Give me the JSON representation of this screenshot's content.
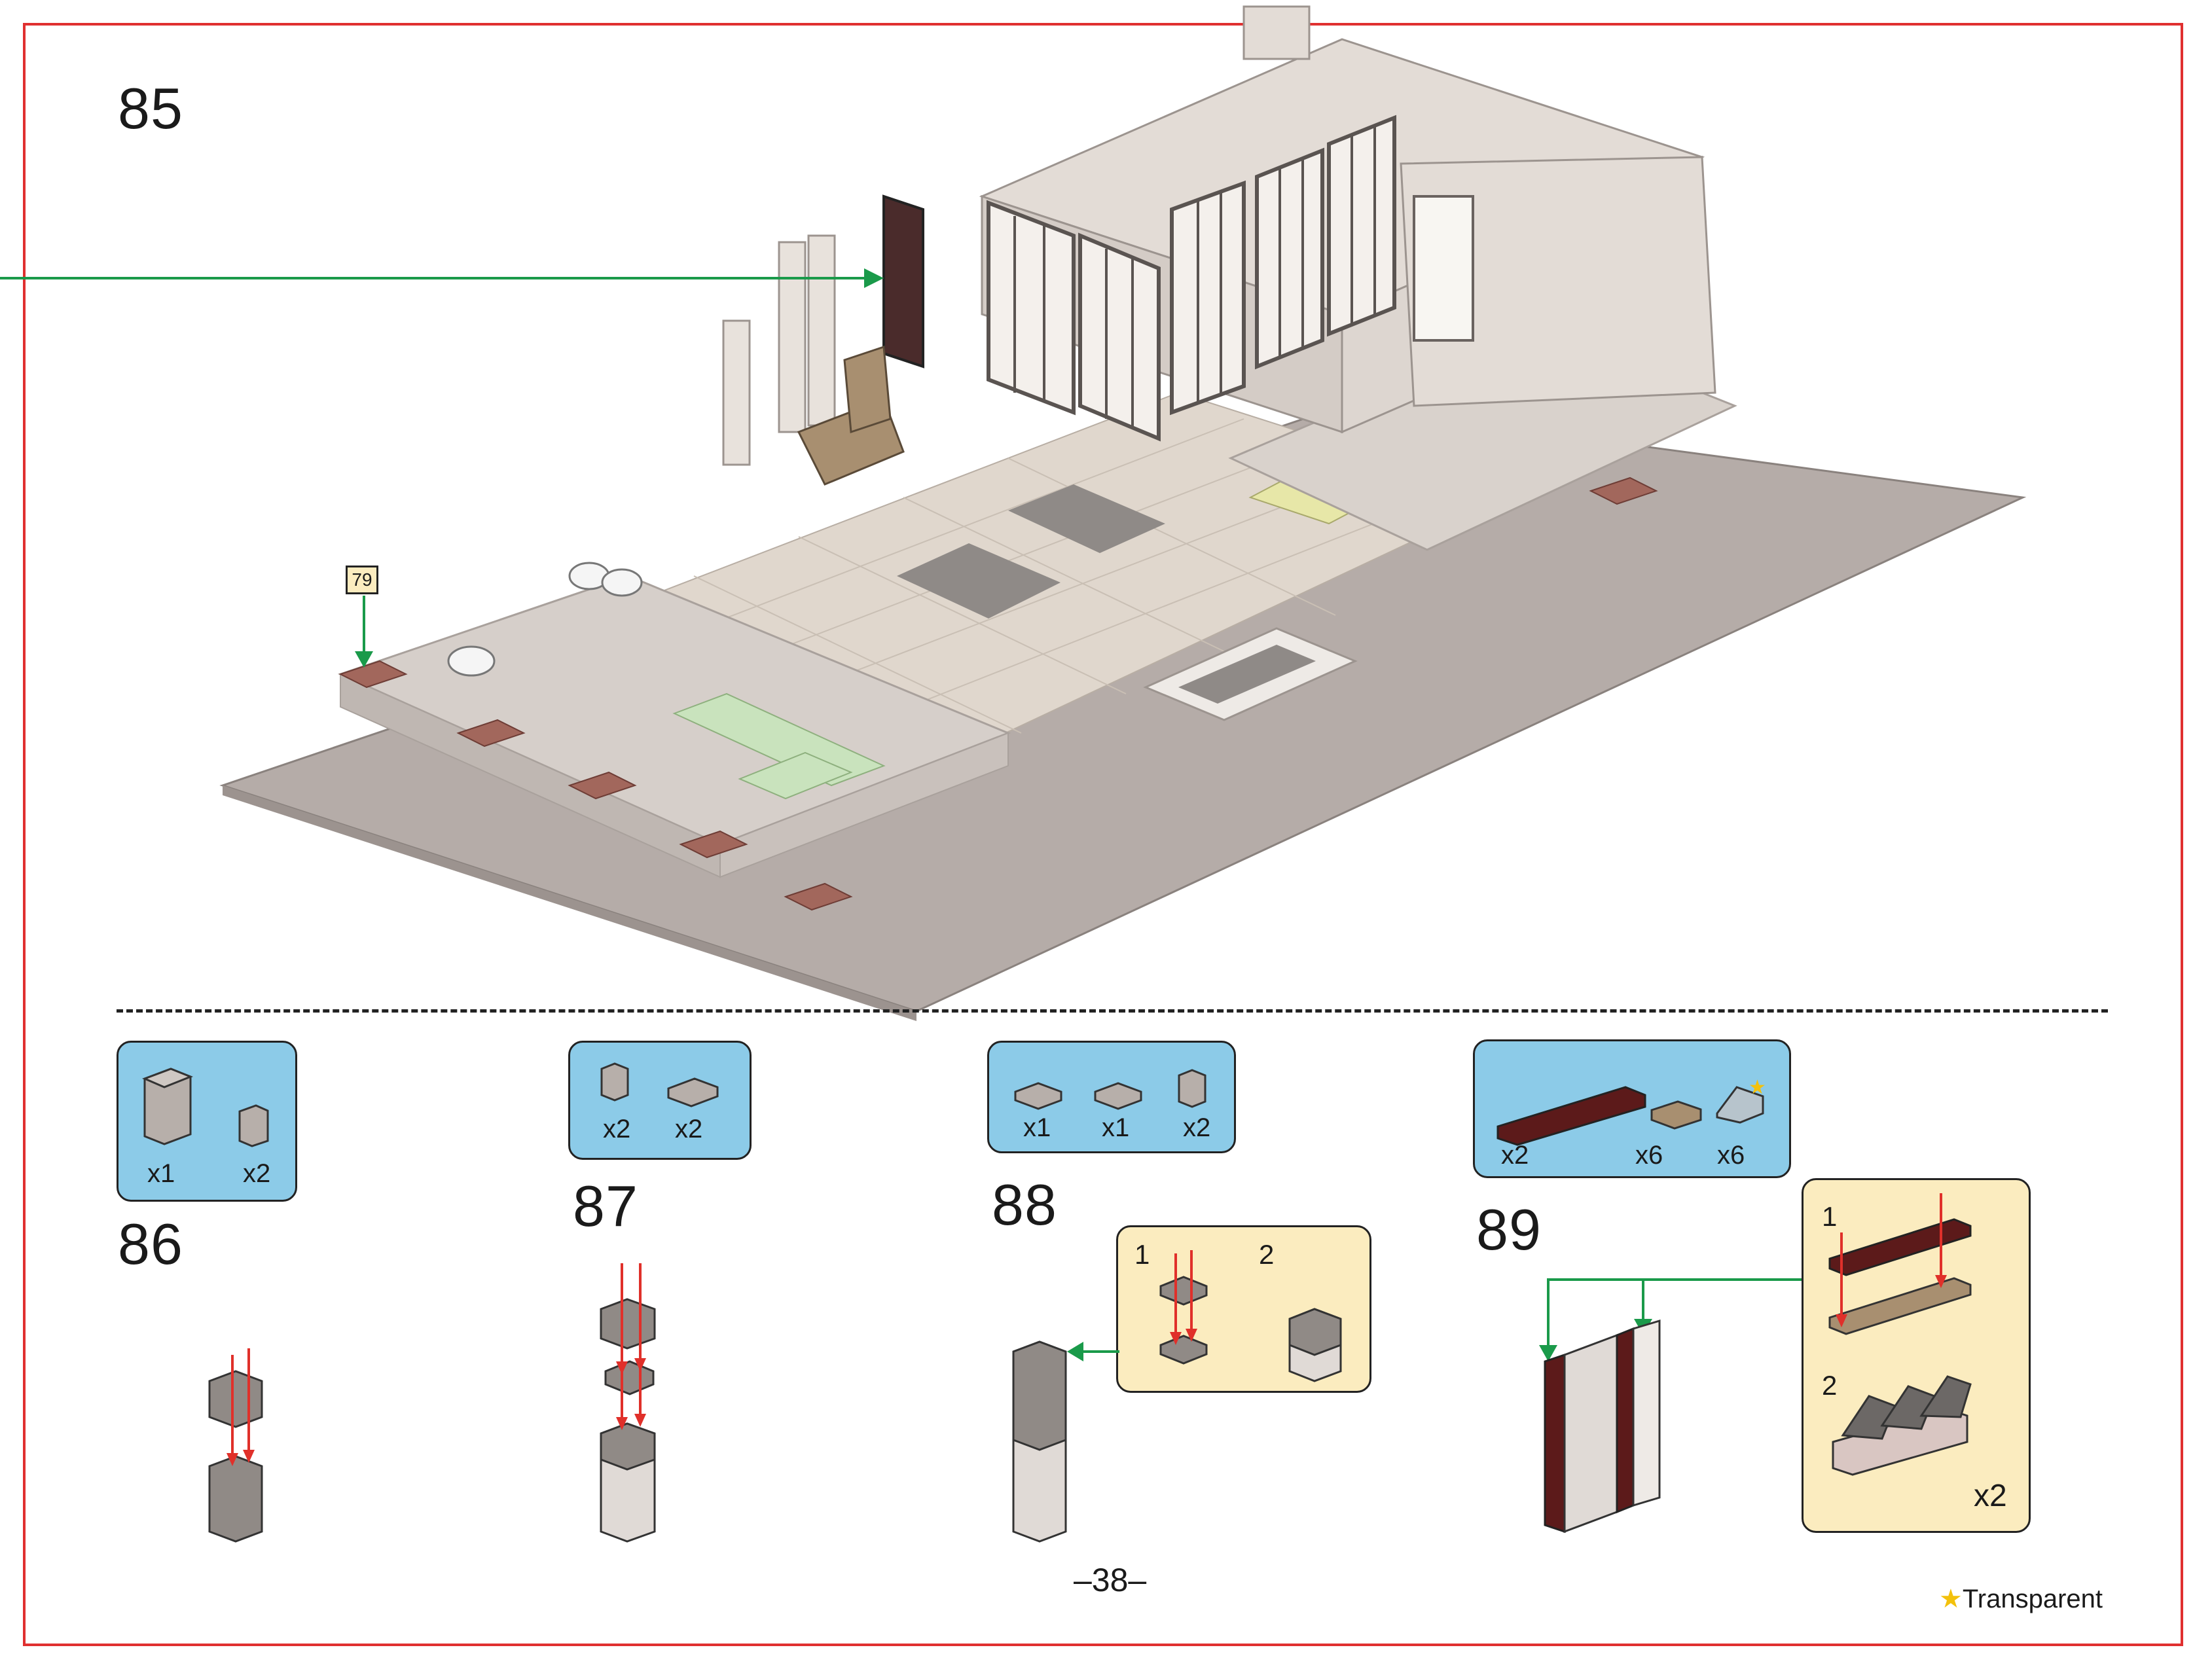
{
  "steps": {
    "s85": "85",
    "s86": "86",
    "s87": "87",
    "s88": "88",
    "s89": "89"
  },
  "callout_ref": "79",
  "parts": {
    "p86": [
      "x1",
      "x2"
    ],
    "p87": [
      "x2",
      "x2"
    ],
    "p88": [
      "x1",
      "x1",
      "x2"
    ],
    "p89": [
      "x2",
      "x6",
      "x6"
    ]
  },
  "substeps": {
    "s88": [
      "1",
      "2"
    ],
    "s89": [
      "1",
      "2"
    ],
    "s89_multiplier": "x2"
  },
  "page_number": "–38–",
  "legend": {
    "star": "★",
    "label": "Transparent"
  },
  "colors": {
    "frame": "#e03030",
    "parts_bg": "#8ccbe8",
    "substep_bg": "#fbecbf",
    "arrow_green": "#1a9a4a",
    "arrow_red": "#e0302a",
    "brick_light": "#dcd6d2",
    "brick_dark": "#8f8a87",
    "brick_red": "#5c1a1a",
    "brick_tan": "#a88f70"
  }
}
